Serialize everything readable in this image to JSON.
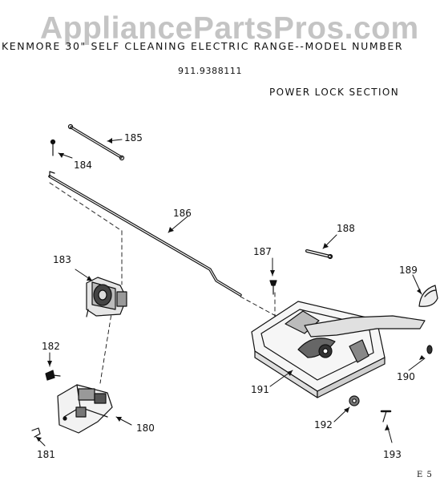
{
  "watermark": "AppliancePartsPros.com",
  "header": {
    "title": "KENMORE 30\" SELF CLEANING ELECTRIC RANGE--MODEL NUMBER",
    "model_number": "911.9388111",
    "section": "POWER LOCK SECTION"
  },
  "parts": [
    {
      "number": "184"
    },
    {
      "number": "185"
    },
    {
      "number": "186"
    },
    {
      "number": "188"
    },
    {
      "number": "187"
    },
    {
      "number": "189"
    },
    {
      "number": "183"
    },
    {
      "number": "182"
    },
    {
      "number": "191"
    },
    {
      "number": "190"
    },
    {
      "number": "180"
    },
    {
      "number": "181"
    },
    {
      "number": "192"
    },
    {
      "number": "193"
    }
  ],
  "page_ref": "E 5"
}
